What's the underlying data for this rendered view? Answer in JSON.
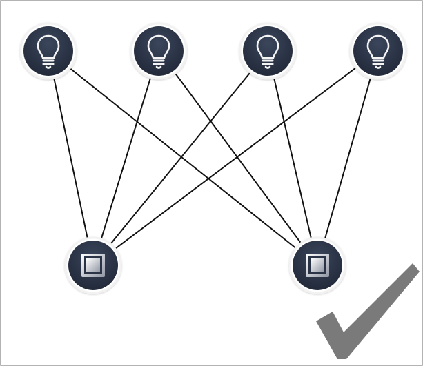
{
  "diagram": {
    "nodes": [
      {
        "id": "bulb-1",
        "kind": "bulb",
        "icon": "lightbulb-icon"
      },
      {
        "id": "bulb-2",
        "kind": "bulb",
        "icon": "lightbulb-icon"
      },
      {
        "id": "bulb-3",
        "kind": "bulb",
        "icon": "lightbulb-icon"
      },
      {
        "id": "bulb-4",
        "kind": "bulb",
        "icon": "lightbulb-icon"
      },
      {
        "id": "switch-1",
        "kind": "switch",
        "icon": "wall-switch-icon"
      },
      {
        "id": "switch-2",
        "kind": "switch",
        "icon": "wall-switch-icon"
      }
    ],
    "edges": [
      [
        "bulb-1",
        "switch-1"
      ],
      [
        "bulb-1",
        "switch-2"
      ],
      [
        "bulb-2",
        "switch-1"
      ],
      [
        "bulb-2",
        "switch-2"
      ],
      [
        "bulb-3",
        "switch-1"
      ],
      [
        "bulb-3",
        "switch-2"
      ],
      [
        "bulb-4",
        "switch-1"
      ],
      [
        "bulb-4",
        "switch-2"
      ]
    ],
    "status_icon": "checkmark-icon",
    "colors": {
      "node_fill": "#2b3447",
      "node_ring": "#f2f2f2",
      "line": "#111111",
      "frame": "#9a9a9a",
      "checkmark": "#7a7a7a"
    }
  }
}
